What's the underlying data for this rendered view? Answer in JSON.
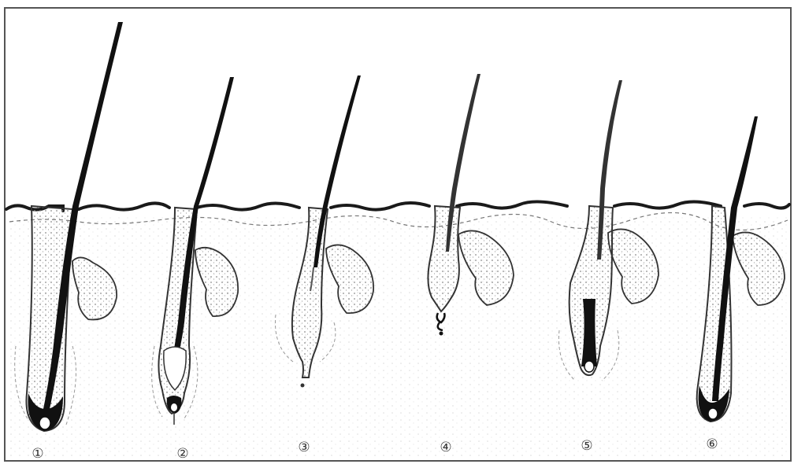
{
  "figure": {
    "stages": [
      {
        "label": "①"
      },
      {
        "label": "②"
      },
      {
        "label": "③"
      },
      {
        "label": "④"
      },
      {
        "label": "⑤"
      },
      {
        "label": "⑥"
      }
    ],
    "colors": {
      "ink": "#1a1a1a",
      "dots": "#8a8a8a",
      "background": "#ffffff"
    }
  }
}
